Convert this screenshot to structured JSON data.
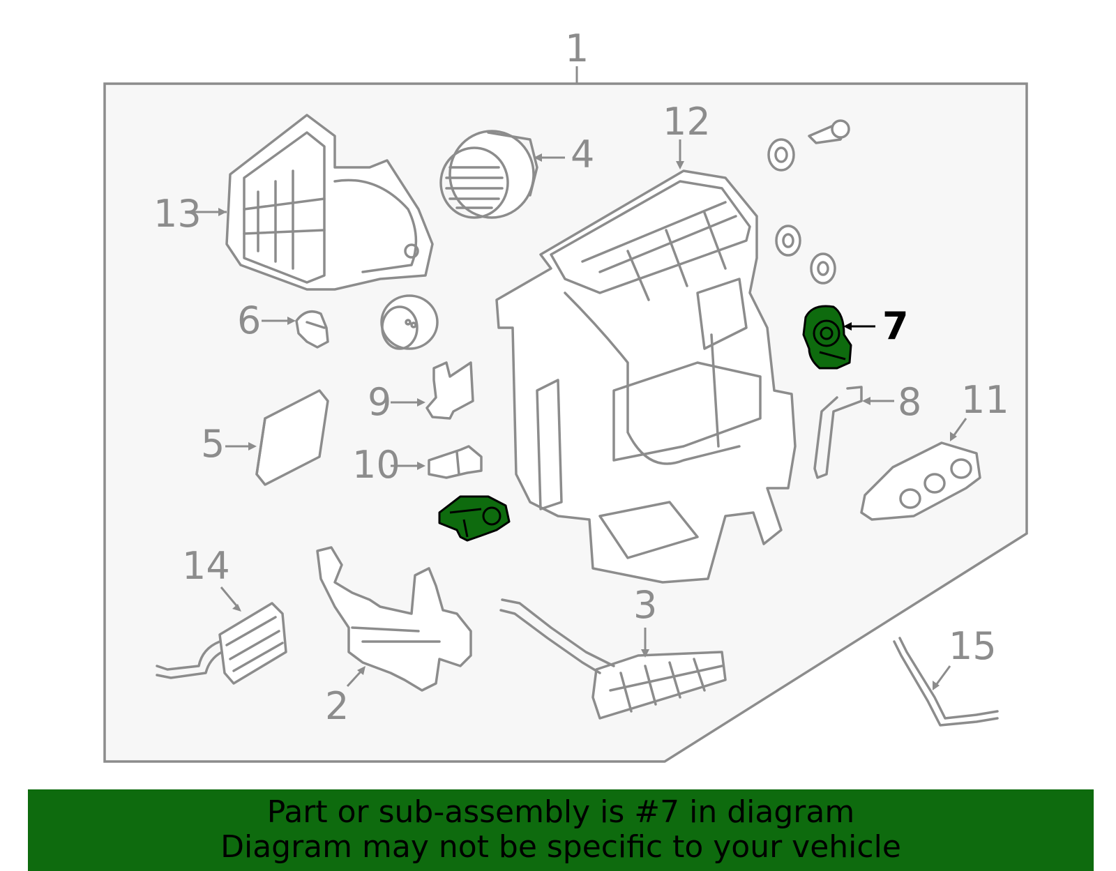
{
  "callouts": {
    "c1": "1",
    "c2": "2",
    "c3": "3",
    "c4": "4",
    "c5": "5",
    "c6": "6",
    "c7": "7",
    "c8": "8",
    "c9": "9",
    "c10": "10",
    "c11": "11",
    "c12": "12",
    "c13": "13",
    "c14": "14",
    "c15": "15"
  },
  "highlighted_part": "7",
  "colors": {
    "highlight": "#0e6b0e",
    "line": "#8c8c8c",
    "panel": "#f7f7f7"
  },
  "banner": {
    "line1": "Part or sub-assembly is #7 in diagram",
    "line2": "Diagram may not be specific to your vehicle"
  }
}
